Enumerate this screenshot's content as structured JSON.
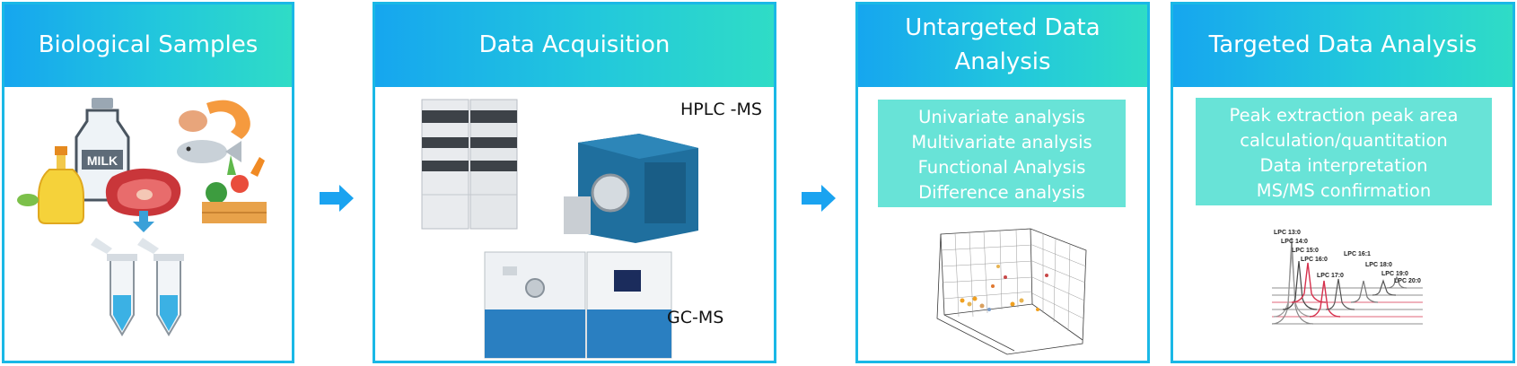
{
  "panels": [
    {
      "title": "Biological Samples"
    },
    {
      "title": "Data Acquisition"
    },
    {
      "title": "Untargeted Data Analysis"
    },
    {
      "title": "Targeted Data Analysis"
    }
  ],
  "samples": {
    "milk_label": "MILK"
  },
  "acquisition": {
    "hplc_label": "HPLC -MS",
    "gcms_label": "GC-MS"
  },
  "untargeted": {
    "items": [
      "Univariate analysis",
      "Multivariate analysis",
      "Functional Analysis",
      "Difference analysis"
    ]
  },
  "targeted": {
    "items": [
      "Peak extraction peak area",
      "calculation/quantitation",
      "Data interpretation",
      "MS/MS confirmation"
    ],
    "peak_labels": [
      "LPC 13:0",
      "LPC 14:0",
      "LPC 15:0",
      "LPC 16:0",
      "LPC 17:0",
      "LPC 16:1",
      "LPC 18:0",
      "LPC 19:0",
      "LPC 20:0"
    ]
  },
  "colors": {
    "border": "#1ab8e6",
    "header_start": "#16a6ef",
    "header_end": "#2fdcc6",
    "list_bg": "#68e3d7",
    "arrow": "#1aa3f0"
  }
}
